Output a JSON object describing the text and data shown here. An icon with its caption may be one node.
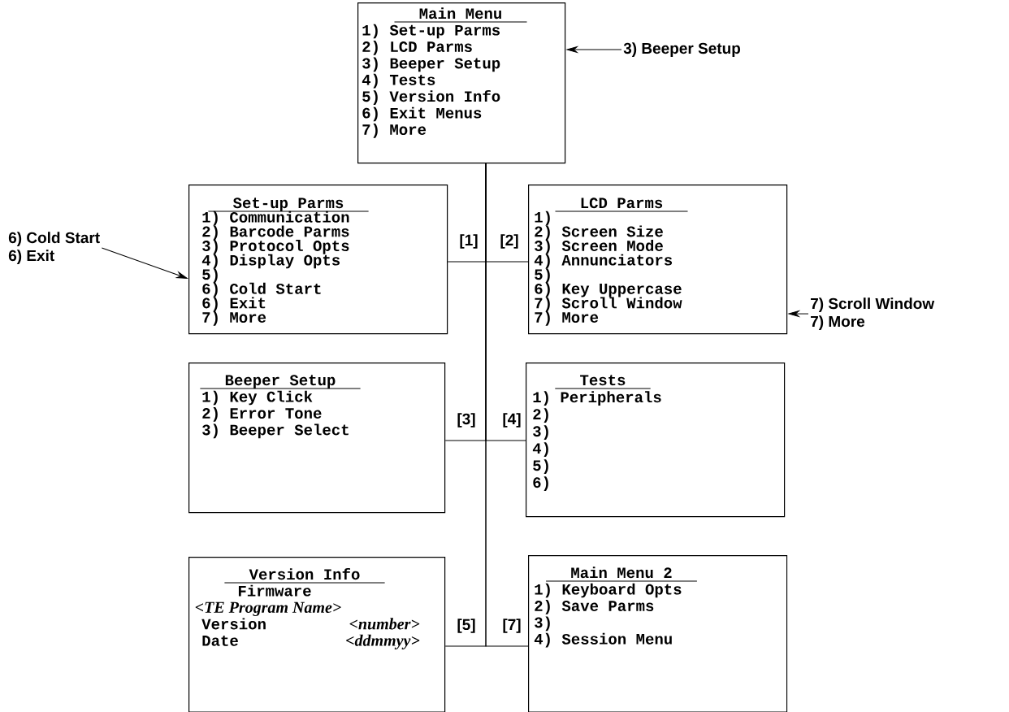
{
  "diagram": {
    "nodes": [
      {
        "text": [
          "Main Menu",
          "1) Set-up Parms",
          "2) LCD Parms",
          "3) Beeper Setup",
          "4) Tests",
          "5) Version Info",
          "6) Exit Menus",
          "7) More"
        ]
      },
      {
        "text": [
          "Set-up Parms",
          "1) Communication",
          "2) Barcode Parms",
          "3) Protocol Opts",
          "4) Display Opts",
          "5)",
          "6) Cold Start",
          "6) Exit",
          "7) More"
        ]
      },
      {
        "text": [
          "LCD Parms",
          "1)",
          "2) Screen Size",
          "3) Screen Mode",
          "4) Annunciators",
          "5)",
          "6) Key Uppercase",
          "7) Scroll Window",
          "7) More"
        ]
      },
      {
        "text": [
          "Beeper Setup",
          "1) Key Click",
          "2) Error Tone",
          "3) Beeper Select"
        ]
      },
      {
        "text": [
          "Tests",
          "1) Peripherals",
          "2)",
          "3)",
          "4)",
          "5)",
          "6)"
        ]
      },
      {
        "text": [
          "Version Info",
          "Firmware",
          "<TE Program Name>",
          "Version",
          "<number>",
          "Date",
          "<ddmmyy>"
        ]
      },
      {
        "text": [
          "Main Menu 2",
          "1) Keyboard Opts",
          "2) Save Parms",
          "3)",
          "4) Session Menu"
        ]
      },
      {
        "text": [
          "3) Beeper Setup"
        ]
      },
      {
        "text": [
          "6) Cold Start",
          "6) Exit"
        ]
      },
      {
        "text": [
          "7) Scroll Window",
          "7) More"
        ]
      }
    ],
    "edges": [
      {
        "from": 0,
        "to": 1,
        "arrow": "none",
        "label": "[1]"
      },
      {
        "from": 0,
        "to": 2,
        "arrow": "none",
        "label": "[2]"
      },
      {
        "from": 0,
        "to": 3,
        "arrow": "none",
        "label": "[3]"
      },
      {
        "from": 0,
        "to": 4,
        "arrow": "none",
        "label": "[4]"
      },
      {
        "from": 0,
        "to": 5,
        "arrow": "none",
        "label": "[5]"
      },
      {
        "from": 0,
        "to": 6,
        "arrow": "none",
        "label": "[7]"
      },
      {
        "from": 7,
        "to": 0,
        "arrow": "to"
      },
      {
        "from": 8,
        "to": 1,
        "arrow": "to"
      },
      {
        "from": 9,
        "to": 2,
        "arrow": "to"
      }
    ]
  }
}
